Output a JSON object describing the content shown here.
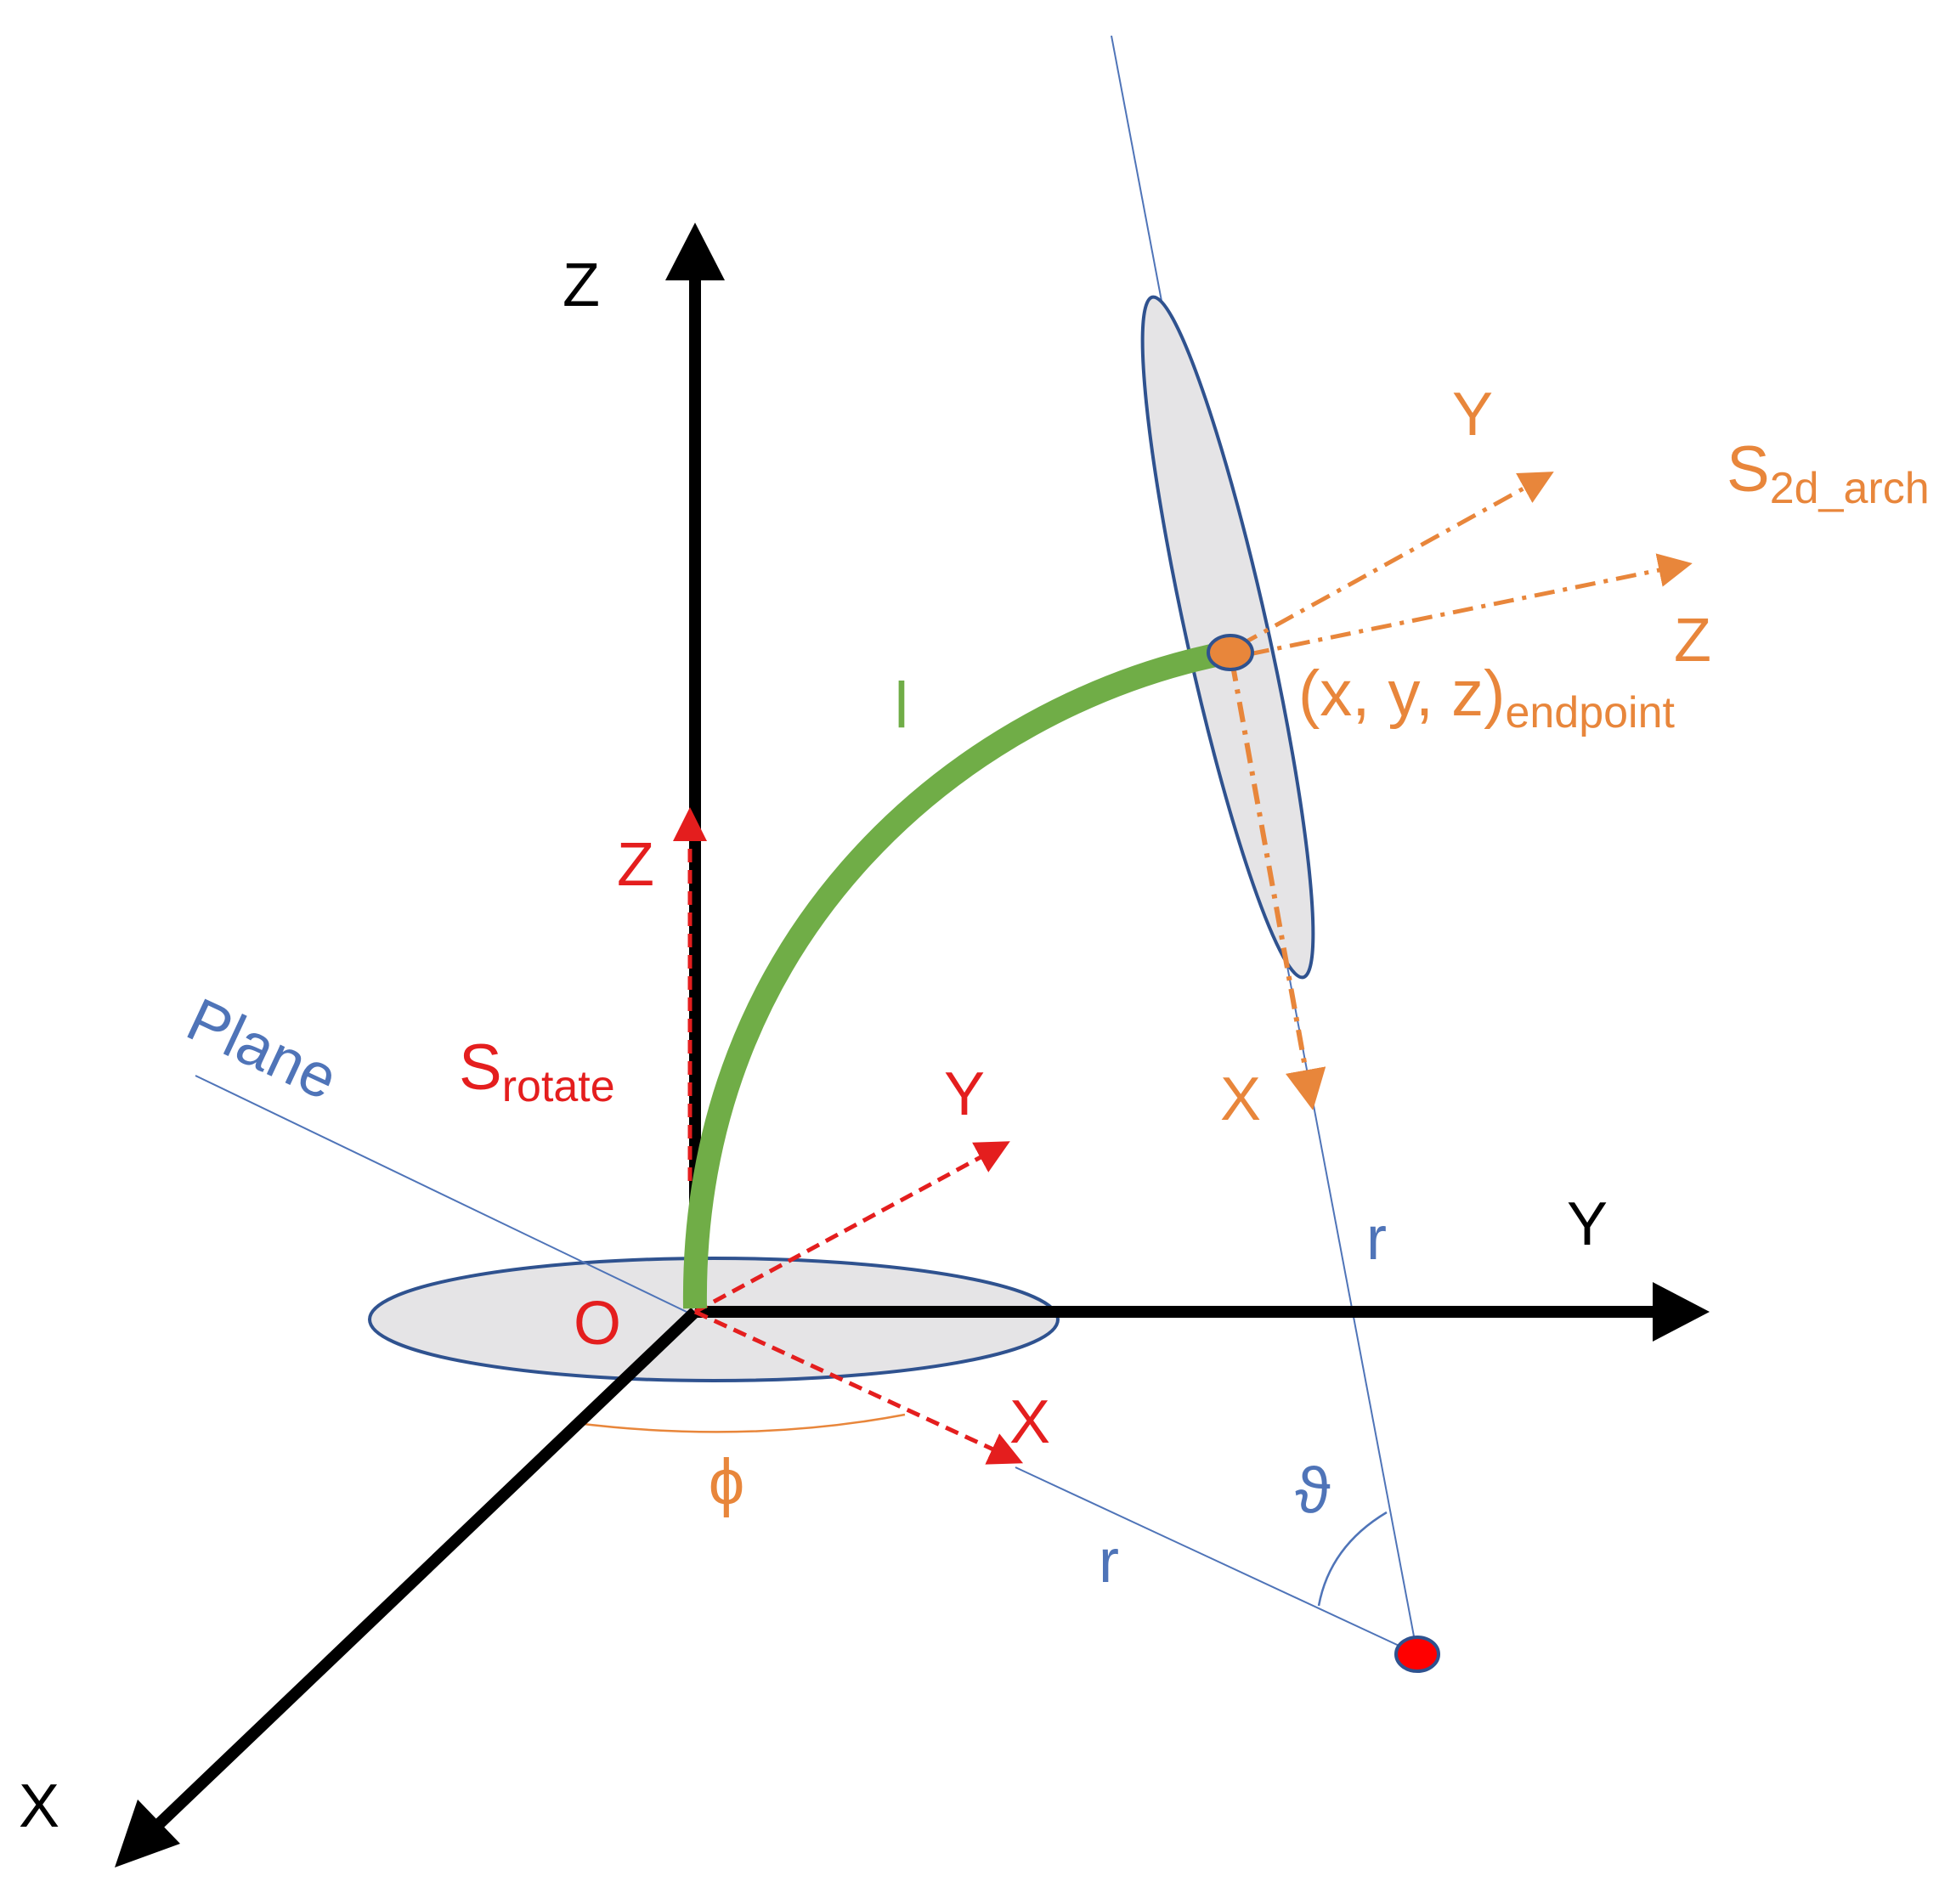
{
  "colors": {
    "black": "#000000",
    "red": "#e41e1e",
    "orange": "#e8863b",
    "blue": "#4f74b8",
    "green": "#70ad47",
    "disk_fill": "#e5e4e6",
    "disk_stroke": "#2f528f"
  },
  "labels": {
    "global_z": "Z",
    "global_y": "Y",
    "global_x": "X",
    "origin": "O",
    "plane": "Plane",
    "srotate_main": "S",
    "srotate_sub": "rotate",
    "rotate_z": "Z",
    "rotate_y": "Y",
    "rotate_x": "X",
    "arc_length": "l",
    "phi": "ϕ",
    "theta": "ϑ",
    "radius_upper": "r",
    "radius_lower": "r",
    "s2d_main": "S",
    "s2d_sub": "2d_arch",
    "arch_y": "Y",
    "arch_z": "Z",
    "arch_x": "X",
    "endpoint_main": "(x, y, z)",
    "endpoint_sub": "endpoint"
  }
}
